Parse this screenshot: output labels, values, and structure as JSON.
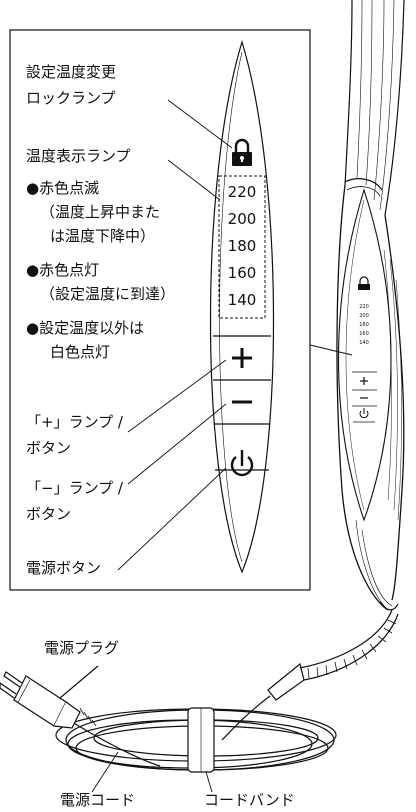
{
  "panel": {
    "lock_lamp_label": [
      "設定温度変更",
      "ロックランプ"
    ],
    "temp_lamp_label": "温度表示ランプ",
    "notes": [
      {
        "bullet": "●赤色点滅",
        "lines": [
          "（温度上昇中また",
          "は温度下降中）"
        ]
      },
      {
        "bullet": "●赤色点灯",
        "lines": [
          "（設定温度に到達）"
        ]
      },
      {
        "bullet": "●設定温度以外は",
        "lines": [
          "白色点灯"
        ]
      }
    ],
    "plus_label": [
      "「+」ランプ /",
      "ボタン"
    ],
    "minus_label": [
      "「−」ランプ /",
      "ボタン"
    ],
    "power_label": "電源ボタン",
    "temps": [
      "220",
      "200",
      "180",
      "160",
      "140"
    ]
  },
  "bottom": {
    "plug_label": "電源プラグ",
    "cord_label": "電源コード",
    "band_label": "コードバンド"
  },
  "icons": {
    "lock": "lock-icon",
    "plus": "plus-icon",
    "minus": "minus-icon",
    "power": "power-icon"
  }
}
